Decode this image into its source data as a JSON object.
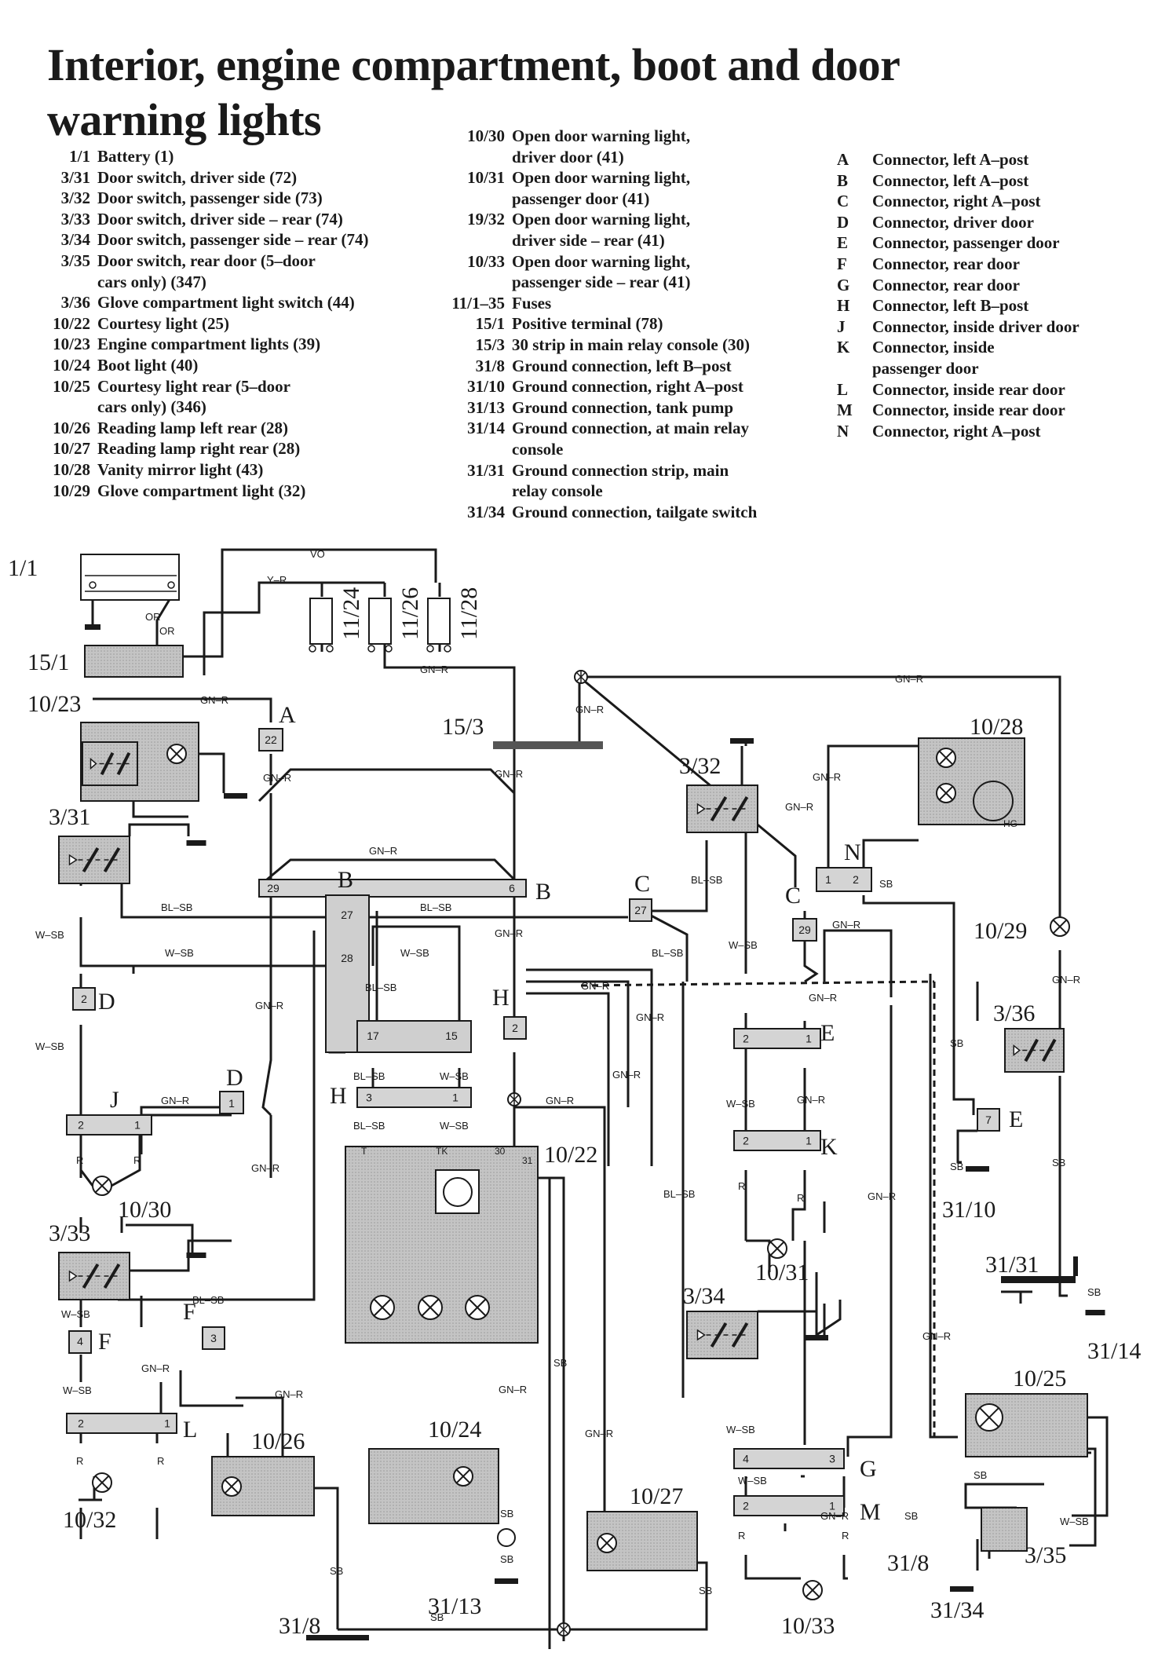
{
  "title": "Interior, engine compartment, boot and door warning lights",
  "legend_col1": [
    {
      "code": "1/1",
      "desc": "Battery (1)"
    },
    {
      "code": "3/31",
      "desc": "Door switch, driver side (72)"
    },
    {
      "code": "3/32",
      "desc": "Door switch, passenger side (73)"
    },
    {
      "code": "3/33",
      "desc": "Door switch, driver side – rear (74)"
    },
    {
      "code": "3/34",
      "desc": "Door switch, passenger side – rear (74)"
    },
    {
      "code": "3/35",
      "desc": "Door switch, rear door (5–door"
    },
    {
      "code": "",
      "desc": "cars only) (347)"
    },
    {
      "code": "3/36",
      "desc": "Glove compartment light switch (44)"
    },
    {
      "code": "10/22",
      "desc": "Courtesy light (25)"
    },
    {
      "code": "10/23",
      "desc": "Engine compartment lights (39)"
    },
    {
      "code": "10/24",
      "desc": "Boot light (40)"
    },
    {
      "code": "10/25",
      "desc": "Courtesy light rear (5–door"
    },
    {
      "code": "",
      "desc": "cars only) (346)"
    },
    {
      "code": "10/26",
      "desc": "Reading lamp left rear (28)"
    },
    {
      "code": "10/27",
      "desc": "Reading lamp right rear (28)"
    },
    {
      "code": "10/28",
      "desc": "Vanity mirror light (43)"
    },
    {
      "code": "10/29",
      "desc": "Glove compartment light (32)"
    }
  ],
  "legend_col2": [
    {
      "code": "10/30",
      "desc": "Open door warning light,"
    },
    {
      "code": "",
      "desc": "driver door (41)"
    },
    {
      "code": "10/31",
      "desc": "Open door warning light,"
    },
    {
      "code": "",
      "desc": "passenger door (41)"
    },
    {
      "code": "19/32",
      "desc": "Open door warning light,"
    },
    {
      "code": "",
      "desc": "driver side – rear (41)"
    },
    {
      "code": "10/33",
      "desc": "Open door warning light,"
    },
    {
      "code": "",
      "desc": "passenger side – rear (41)"
    },
    {
      "code": "11/1–35",
      "desc": "Fuses"
    },
    {
      "code": "15/1",
      "desc": "Positive terminal (78)"
    },
    {
      "code": "15/3",
      "desc": "30 strip in main relay console (30)"
    },
    {
      "code": "31/8",
      "desc": "Ground connection, left B–post"
    },
    {
      "code": "31/10",
      "desc": "Ground connection, right A–post"
    },
    {
      "code": "31/13",
      "desc": "Ground connection, tank pump"
    },
    {
      "code": "31/14",
      "desc": "Ground connection, at main relay"
    },
    {
      "code": "",
      "desc": "console"
    },
    {
      "code": "31/31",
      "desc": "Ground connection strip, main"
    },
    {
      "code": "",
      "desc": "relay console"
    },
    {
      "code": "31/34",
      "desc": "Ground connection, tailgate switch"
    }
  ],
  "legend_col3": [
    {
      "code": "A",
      "desc": "Connector, left A–post"
    },
    {
      "code": "B",
      "desc": "Connector, left A–post"
    },
    {
      "code": "C",
      "desc": "Connector, right A–post"
    },
    {
      "code": "D",
      "desc": "Connector, driver door"
    },
    {
      "code": "E",
      "desc": "Connector, passenger door"
    },
    {
      "code": "F",
      "desc": "Connector, rear door"
    },
    {
      "code": "G",
      "desc": "Connector, rear door"
    },
    {
      "code": "H",
      "desc": "Connector, left B–post"
    },
    {
      "code": "J",
      "desc": "Connector, inside driver door"
    },
    {
      "code": "K",
      "desc": "Connector, inside"
    },
    {
      "code": "",
      "desc": "passenger door"
    },
    {
      "code": "L",
      "desc": "Connector, inside rear door"
    },
    {
      "code": "M",
      "desc": "Connector, inside rear door"
    },
    {
      "code": "N",
      "desc": "Connector, right A–post"
    }
  ],
  "diagram": {
    "components": {
      "c1_1": "1/1",
      "c15_1": "15/1",
      "c15_3": "15/3",
      "c10_23": "10/23",
      "c3_31": "3/31",
      "c3_32": "3/32",
      "c3_33": "3/33",
      "c3_34": "3/34",
      "c3_35": "3/35",
      "c3_36": "3/36",
      "c10_22": "10/22",
      "c10_24": "10/24",
      "c10_25": "10/25",
      "c10_26": "10/26",
      "c10_27": "10/27",
      "c10_28": "10/28",
      "c10_29": "10/29",
      "c10_30": "10/30",
      "c10_31": "10/31",
      "c10_32": "10/32",
      "c10_33": "10/33",
      "g31_8a": "31/8",
      "g31_8b": "31/8",
      "g31_10": "31/10",
      "g31_13": "31/13",
      "g31_14": "31/14",
      "g31_31": "31/31",
      "g31_34": "31/34"
    },
    "fuses": [
      "11/24",
      "11/26",
      "11/28"
    ],
    "connectors": {
      "A": "A",
      "B": "B",
      "C": "C",
      "D": "D",
      "E": "E",
      "F": "F",
      "G": "G",
      "H": "H",
      "J": "J",
      "K": "K",
      "L": "L",
      "M": "M",
      "N": "N",
      "HG": "HG"
    },
    "pins": {
      "p22": "22",
      "p29": "29",
      "p6": "6",
      "p27": "27",
      "p28": "28",
      "p17": "17",
      "p15": "15",
      "p3": "3",
      "p1": "1",
      "p2": "2",
      "p4": "4",
      "p7": "7",
      "T": "T",
      "TK": "TK",
      "p30": "30",
      "p31": "31"
    },
    "wires": {
      "VO": "VO",
      "YR": "Y–R",
      "OR": "OR",
      "GNR": "GN–R",
      "BLSB": "BL–SB",
      "WSB": "W–SB",
      "SB": "SB",
      "R": "R"
    }
  },
  "colors": {
    "ink": "#1a1a1a",
    "shade": "#bdbdbd",
    "component_fill": "#b8b8b8",
    "paper": "#ffffff"
  }
}
